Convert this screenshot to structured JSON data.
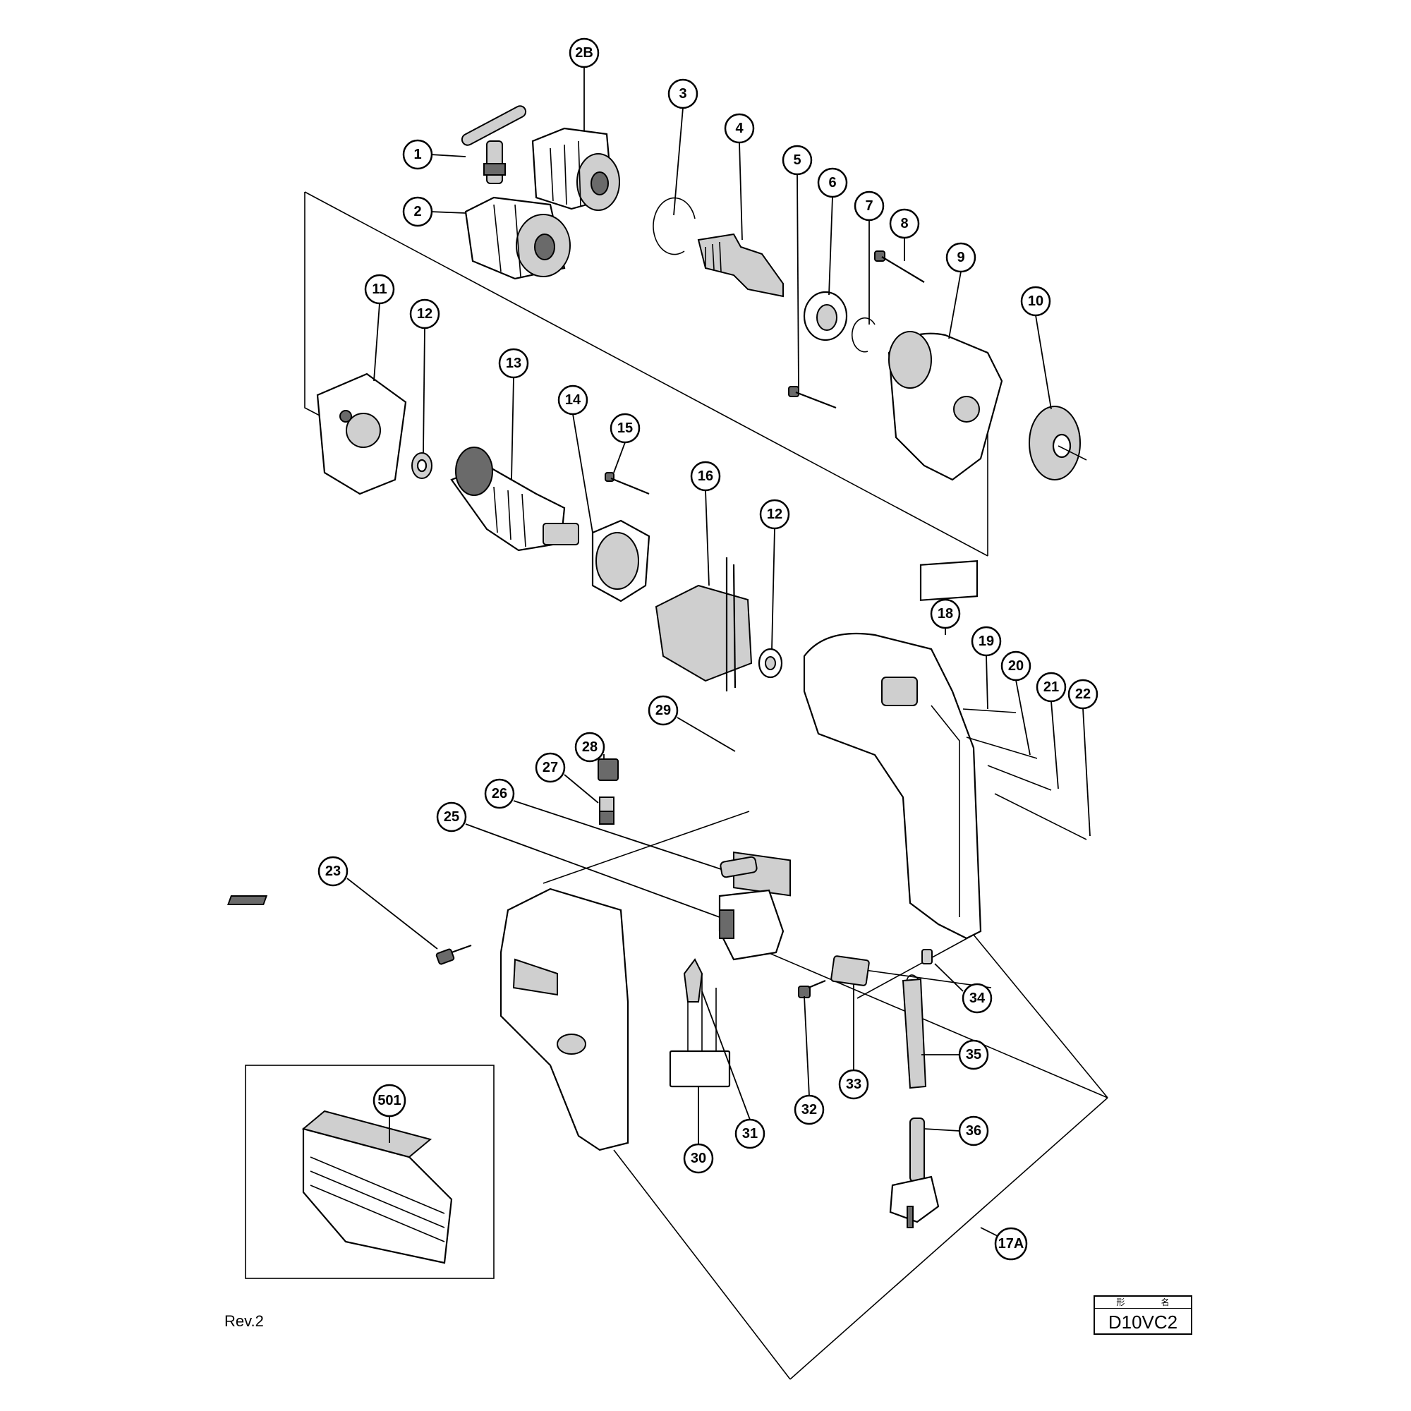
{
  "diagram": {
    "model": "D10VC2",
    "model_header": "形 名",
    "revision": "Rev.2"
  },
  "callouts": [
    {
      "id": "1",
      "label": "1"
    },
    {
      "id": "2B",
      "label": "2B"
    },
    {
      "id": "2",
      "label": "2"
    },
    {
      "id": "3",
      "label": "3"
    },
    {
      "id": "4",
      "label": "4"
    },
    {
      "id": "5",
      "label": "5"
    },
    {
      "id": "6",
      "label": "6"
    },
    {
      "id": "7",
      "label": "7"
    },
    {
      "id": "8",
      "label": "8"
    },
    {
      "id": "9",
      "label": "9"
    },
    {
      "id": "10",
      "label": "10"
    },
    {
      "id": "11",
      "label": "11"
    },
    {
      "id": "12a",
      "label": "12"
    },
    {
      "id": "13",
      "label": "13"
    },
    {
      "id": "14",
      "label": "14"
    },
    {
      "id": "15",
      "label": "15"
    },
    {
      "id": "16",
      "label": "16"
    },
    {
      "id": "12b",
      "label": "12"
    },
    {
      "id": "18",
      "label": "18"
    },
    {
      "id": "19",
      "label": "19"
    },
    {
      "id": "20",
      "label": "20"
    },
    {
      "id": "21",
      "label": "21"
    },
    {
      "id": "22",
      "label": "22"
    },
    {
      "id": "29",
      "label": "29"
    },
    {
      "id": "28",
      "label": "28"
    },
    {
      "id": "27",
      "label": "27"
    },
    {
      "id": "26",
      "label": "26"
    },
    {
      "id": "25",
      "label": "25"
    },
    {
      "id": "23",
      "label": "23"
    },
    {
      "id": "34",
      "label": "34"
    },
    {
      "id": "35",
      "label": "35"
    },
    {
      "id": "36",
      "label": "36"
    },
    {
      "id": "32",
      "label": "32"
    },
    {
      "id": "33",
      "label": "33"
    },
    {
      "id": "30",
      "label": "30"
    },
    {
      "id": "31",
      "label": "31"
    },
    {
      "id": "501",
      "label": "501"
    },
    {
      "id": "17A",
      "label": "17A"
    }
  ]
}
